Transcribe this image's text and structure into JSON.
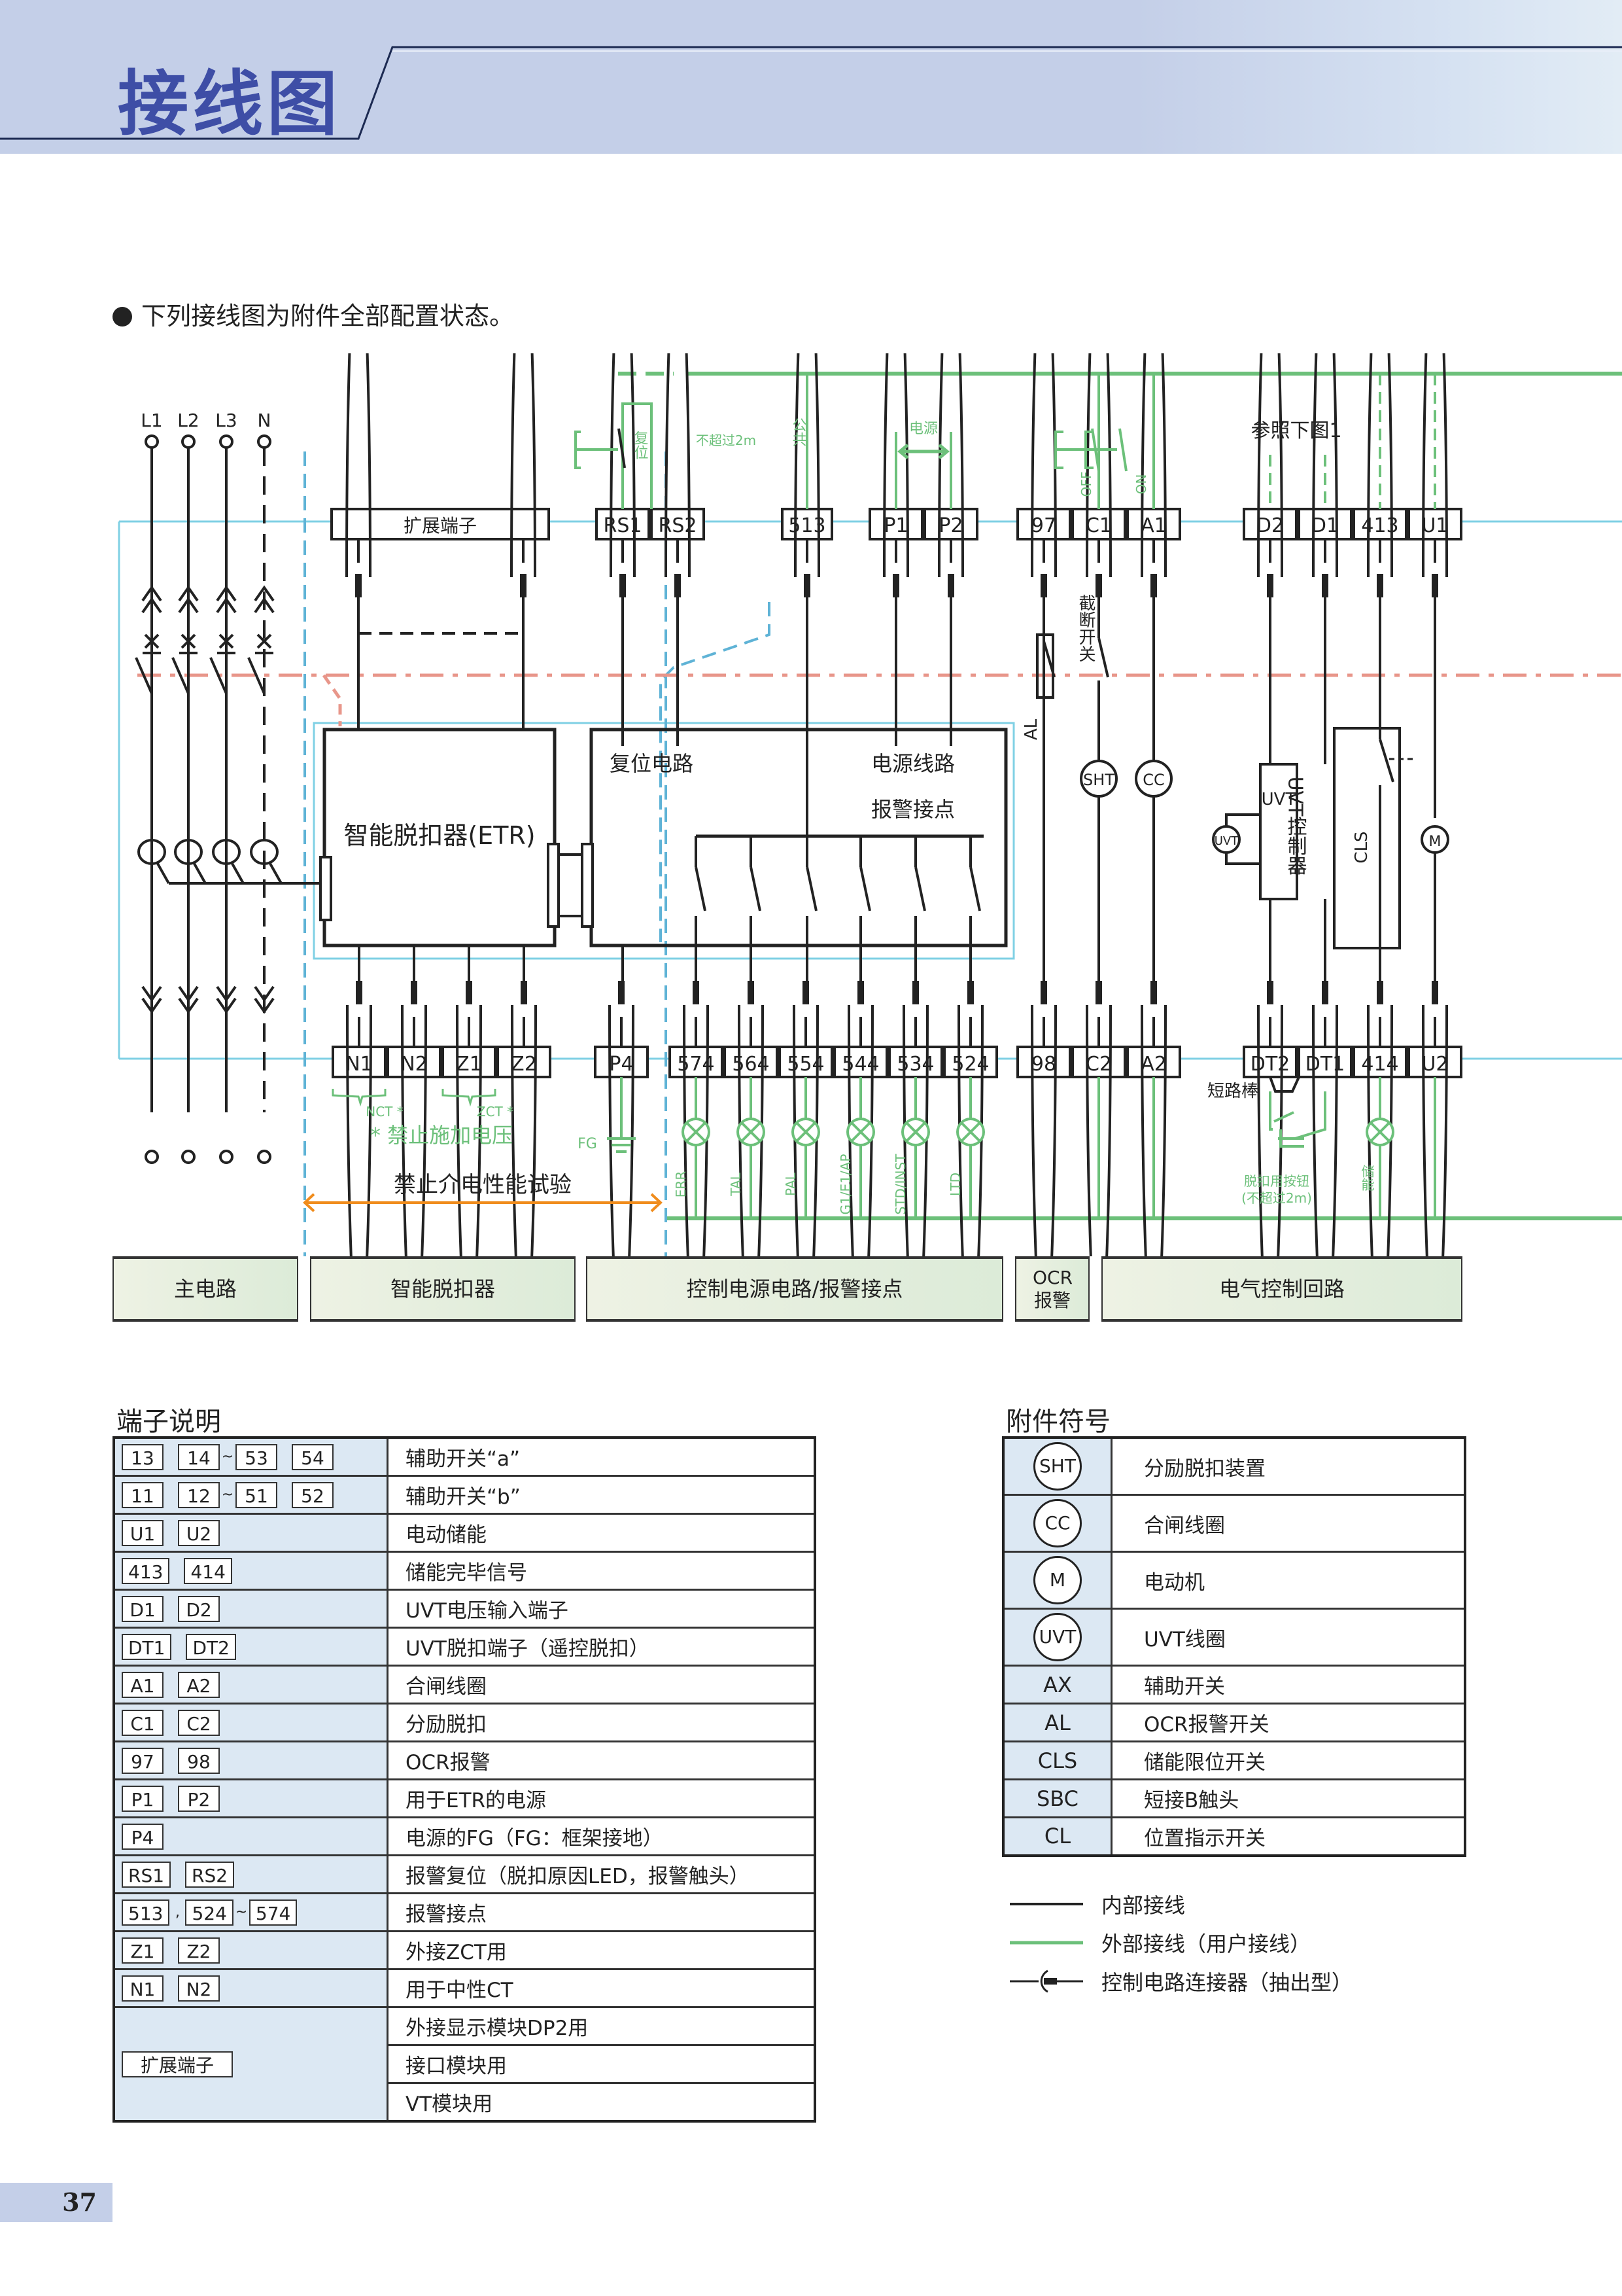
{
  "page": {
    "title": "接线图",
    "intro": "下列接线图为附件全部配置状态。",
    "page_number": "37"
  },
  "colors": {
    "header_bg": "#c4cfe8",
    "title": "#3e4ea6",
    "internal_wire": "#222222",
    "external_wire": "#6cc07a",
    "drawout_line": "#7fd0e4",
    "boundary_dash": "#e8968a",
    "test_arrow": "#f08c1c",
    "terminal_table_bg": "#dce8f3"
  },
  "diagram": {
    "main_poles": [
      "L1",
      "L2",
      "L3",
      "N"
    ],
    "top_terminals": [
      {
        "label": "扩展端子",
        "wide": true
      },
      {
        "label": "RS1"
      },
      {
        "label": "RS2"
      },
      {
        "label": "513"
      },
      {
        "label": "P1"
      },
      {
        "label": "P2"
      },
      {
        "label": "97"
      },
      {
        "label": "C1"
      },
      {
        "label": "A1"
      },
      {
        "label": "D2"
      },
      {
        "label": "D1"
      },
      {
        "label": "413"
      },
      {
        "label": "U1"
      }
    ],
    "bottom_terminals": [
      {
        "label": "N1"
      },
      {
        "label": "N2"
      },
      {
        "label": "Z1"
      },
      {
        "label": "Z2"
      },
      {
        "label": "P4"
      },
      {
        "label": "574"
      },
      {
        "label": "564"
      },
      {
        "label": "554"
      },
      {
        "label": "544"
      },
      {
        "label": "534"
      },
      {
        "label": "524"
      },
      {
        "label": "98"
      },
      {
        "label": "C2"
      },
      {
        "label": "A2"
      },
      {
        "label": "DT2"
      },
      {
        "label": "DT1"
      },
      {
        "label": "414"
      },
      {
        "label": "U2"
      }
    ],
    "alarm_lamps": [
      "ERR",
      "TAL",
      "PAL",
      "G1/E1/AP",
      "STD/INST",
      "LTD"
    ],
    "labels": {
      "etr": "智能脱扣器(ETR)",
      "reset_circuit": "复位电路",
      "power_circuit": "电源线路",
      "alarm_contacts": "报警接点",
      "reset_button": "复位",
      "max_2m": "不超过2m",
      "common": "公共",
      "power": "电源",
      "off": "OFF",
      "on": "ON",
      "see_fig1": "参照下图1",
      "cutoff_switch": "截断开关",
      "al": "AL",
      "sht": "SHT",
      "cc": "CC",
      "uvt": "UVT",
      "uvt_controller": "UVT控制器",
      "cls": "CLS",
      "motor": "M",
      "short_bar": "短路棒",
      "nct": "NCT *",
      "zct": "ZCT *",
      "no_voltage": "* 禁止施加电压",
      "fg": "FG",
      "no_dielectric_test": "禁止介电性能试验",
      "trip_button": "脱扣用按钮",
      "trip_button_max": "(不超过2m)",
      "charged": "储能"
    }
  },
  "sections": [
    {
      "label": "主电路"
    },
    {
      "label": "智能脱扣器"
    },
    {
      "label": "控制电源电路/报警接点"
    },
    {
      "label": "OCR报警"
    },
    {
      "label": "电气控制回路"
    }
  ],
  "terminal_table": {
    "title": "端子说明",
    "rows": [
      {
        "terminals": [
          "13",
          "14",
          "~",
          "53",
          "54"
        ],
        "desc": "辅助开关“a”"
      },
      {
        "terminals": [
          "11",
          "12",
          "~",
          "51",
          "52"
        ],
        "desc": "辅助开关“b”"
      },
      {
        "terminals": [
          "U1",
          "U2"
        ],
        "desc": "电动储能"
      },
      {
        "terminals": [
          "413",
          "414"
        ],
        "desc": "储能完毕信号"
      },
      {
        "terminals": [
          "D1",
          "D2"
        ],
        "desc": "UVT电压输入端子"
      },
      {
        "terminals": [
          "DT1",
          "DT2"
        ],
        "desc": "UVT脱扣端子（遥控脱扣）"
      },
      {
        "terminals": [
          "A1",
          "A2"
        ],
        "desc": "合闸线圈"
      },
      {
        "terminals": [
          "C1",
          "C2"
        ],
        "desc": "分励脱扣"
      },
      {
        "terminals": [
          "97",
          "98"
        ],
        "desc": "OCR报警"
      },
      {
        "terminals": [
          "P1",
          "P2"
        ],
        "desc": "用于ETR的电源"
      },
      {
        "terminals": [
          "P4"
        ],
        "desc": "电源的FG（FG：框架接地）"
      },
      {
        "terminals": [
          "RS1",
          "RS2"
        ],
        "desc": "报警复位（脱扣原因LED，报警触头）"
      },
      {
        "terminals": [
          "513",
          ",",
          "524",
          "~",
          "574"
        ],
        "desc": "报警接点"
      },
      {
        "terminals": [
          "Z1",
          "Z2"
        ],
        "desc": "外接ZCT用"
      },
      {
        "terminals": [
          "N1",
          "N2"
        ],
        "desc": "用于中性CT"
      }
    ],
    "extension": {
      "terminal": "扩展端子",
      "descs": [
        "外接显示模块DP2用",
        "接口模块用",
        "VT模块用"
      ]
    }
  },
  "symbol_table": {
    "title": "附件符号",
    "rows": [
      {
        "symbol": "SHT",
        "circle": true,
        "desc": "分励脱扣装置"
      },
      {
        "symbol": "CC",
        "circle": true,
        "desc": "合闸线圈"
      },
      {
        "symbol": "M",
        "circle": true,
        "desc": "电动机"
      },
      {
        "symbol": "UVT",
        "circle": true,
        "desc": "UVT线圈"
      },
      {
        "symbol": "AX",
        "circle": false,
        "desc": "辅助开关"
      },
      {
        "symbol": "AL",
        "circle": false,
        "desc": "OCR报警开关"
      },
      {
        "symbol": "CLS",
        "circle": false,
        "desc": "储能限位开关"
      },
      {
        "symbol": "SBC",
        "circle": false,
        "desc": "短接B触头"
      },
      {
        "symbol": "CL",
        "circle": false,
        "desc": "位置指示开关"
      }
    ]
  },
  "legend": [
    {
      "type": "internal",
      "label": "内部接线"
    },
    {
      "type": "external",
      "label": "外部接线（用户接线）"
    },
    {
      "type": "connector",
      "label": "控制电路连接器（抽出型）"
    }
  ]
}
